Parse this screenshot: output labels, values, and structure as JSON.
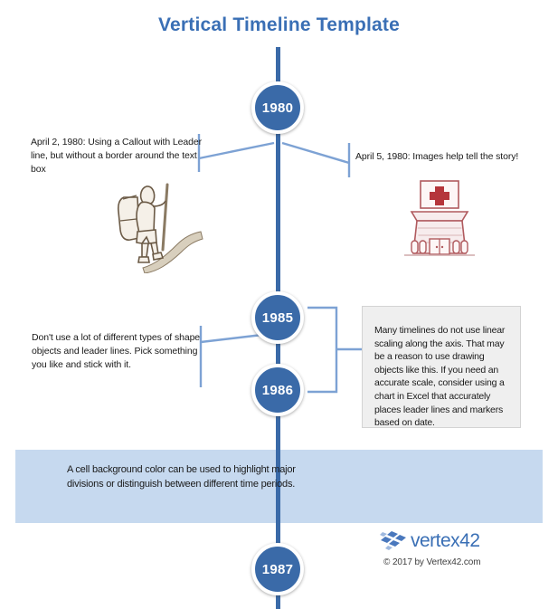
{
  "page": {
    "title": "Vertical Timeline Template",
    "background_color": "#ffffff",
    "accent_color": "#3a6aa8",
    "title_color": "#3a6fb5",
    "band_color": "#c6d9ef",
    "box_fill_color": "#efefef",
    "box_border_color": "#d3d3d3"
  },
  "timeline": {
    "markers": [
      {
        "year": "1980",
        "name": "marker-1980"
      },
      {
        "year": "1985",
        "name": "marker-1985"
      },
      {
        "year": "1986",
        "name": "marker-1986"
      },
      {
        "year": "1987",
        "name": "marker-1987"
      }
    ]
  },
  "notes": {
    "left_1": "April 2, 1980: Using a Callout with Leader line, but without a border around the text box",
    "right_1": "April 5, 1980: Images help tell the story!",
    "left_2": "Don't use a lot of different types of shape objects and leader lines. Pick something you like and stick with it.",
    "boxed_right": "Many timelines do not use linear scaling along the axis.  That may be a reason to use drawing objects like this. If you need an accurate scale, consider using a chart in Excel that accurately places leader lines and  markers based on date.",
    "band": "A cell background color can be used to highlight major divisions or distinguish between different time periods."
  },
  "illustrations": {
    "hiker": {
      "alt": "hiker-with-backpack-illustration",
      "line_color": "#6b5a46",
      "fill_color": "#f5f0e8",
      "trail_color": "#d8cfbd"
    },
    "hospital": {
      "alt": "hospital-building-illustration",
      "line_color": "#b05a5e",
      "fill_color": "#f7eced",
      "cross_color": "#b5353b"
    }
  },
  "footer": {
    "logo_text": "vertex42",
    "logo_color": "#3a6fb5",
    "copyright": "© 2017 by Vertex42.com"
  }
}
